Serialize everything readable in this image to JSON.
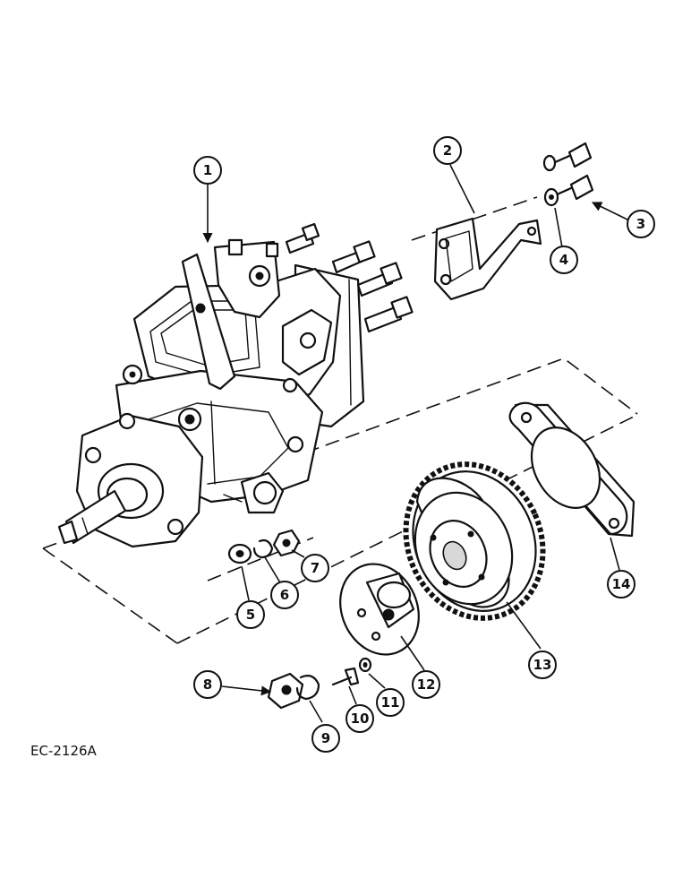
{
  "diagram": {
    "reference_code": "EC-2126A",
    "callouts": [
      "1",
      "2",
      "3",
      "4",
      "5",
      "6",
      "7",
      "8",
      "9",
      "10",
      "11",
      "12",
      "13",
      "14"
    ]
  }
}
